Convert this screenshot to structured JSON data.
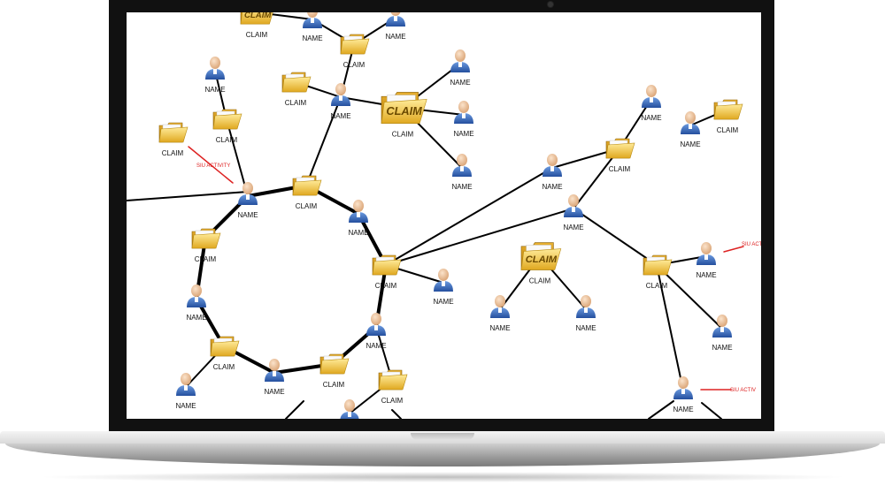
{
  "graph": {
    "person_label": "NAME",
    "claim_label": "CLAIM",
    "claim_folder_text": "CLAIM",
    "siu_label": "SIU ACTIVITY",
    "siu_label_short": "SIU ACTIV",
    "colors": {
      "edge": "#000000",
      "siu_edge": "#dd2222",
      "folder_light": "#ffe27a",
      "folder_dark": "#d49a10",
      "person_body": "#3a6ec8",
      "person_head": "#f2c9a0"
    }
  },
  "laptop": {
    "bezel_color": "#111111",
    "body_color": "#c8c8c8"
  }
}
